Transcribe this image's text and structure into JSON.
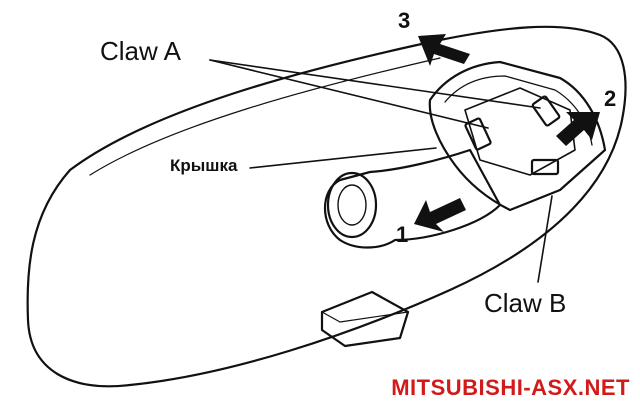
{
  "labels": {
    "claw_a": "Claw A",
    "cover": "Крышка",
    "claw_b": "Claw B"
  },
  "steps": [
    "1",
    "2",
    "3"
  ],
  "watermark": "MITSUBISHI-ASX.NET",
  "colors": {
    "line": "#111111",
    "watermark": "#d11a1a",
    "background": "#ffffff"
  }
}
